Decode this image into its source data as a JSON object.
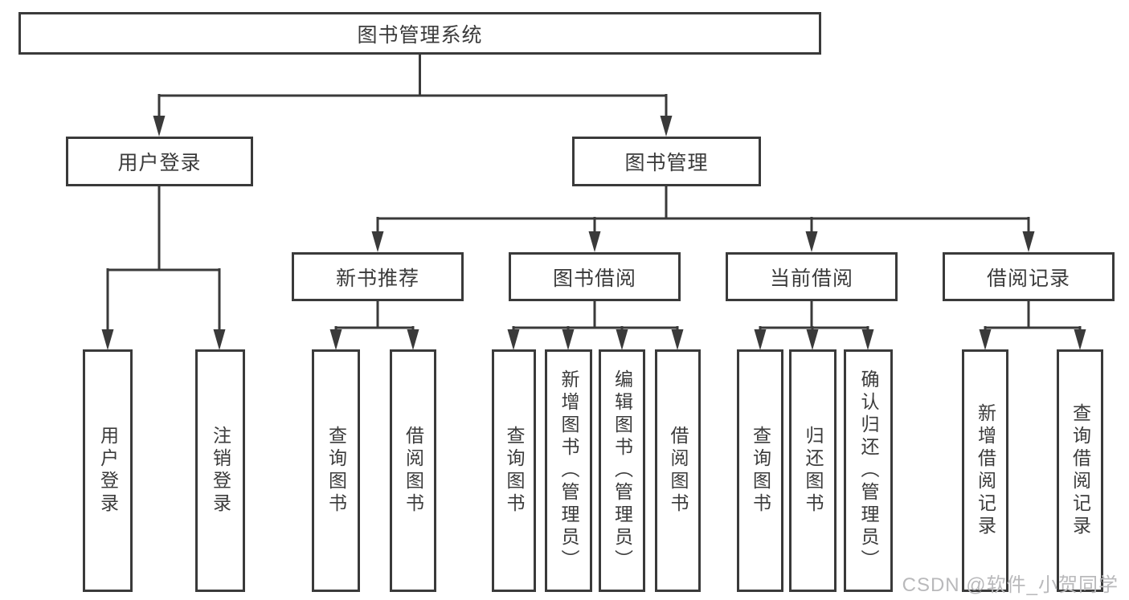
{
  "tree": {
    "root": {
      "label": "图书管理系统"
    },
    "branches": [
      {
        "label": "用户登录",
        "children": [
          {
            "label": "用户登录"
          },
          {
            "label": "注销登录"
          }
        ]
      },
      {
        "label": "图书管理",
        "groups": [
          {
            "label": "新书推荐",
            "children": [
              {
                "label": "查询图书"
              },
              {
                "label": "借阅图书"
              }
            ]
          },
          {
            "label": "图书借阅",
            "children": [
              {
                "label": "查询图书"
              },
              {
                "label": "新增图书（管理员）"
              },
              {
                "label": "编辑图书（管理员）"
              },
              {
                "label": "借阅图书"
              }
            ]
          },
          {
            "label": "当前借阅",
            "children": [
              {
                "label": "查询图书"
              },
              {
                "label": "归还图书"
              },
              {
                "label": "确认归还（管理员）"
              }
            ]
          },
          {
            "label": "借阅记录",
            "children": [
              {
                "label": "新增借阅记录"
              },
              {
                "label": "查询借阅记录"
              }
            ]
          }
        ]
      }
    ]
  },
  "watermark": "CSDN @软件_小贺同学",
  "colors": {
    "line": "#3a3a3a",
    "text": "#3b3b3b",
    "background": "#ffffff",
    "watermark": "#b9b9bb"
  }
}
